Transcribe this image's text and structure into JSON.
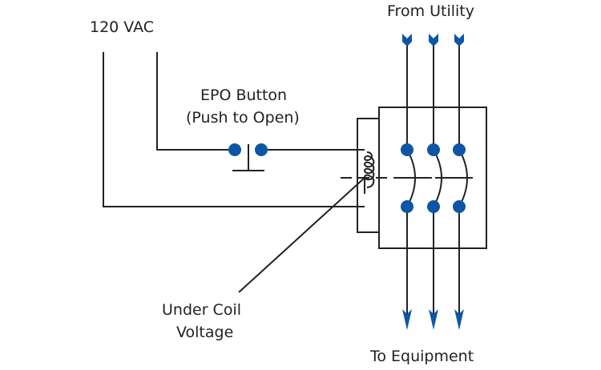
{
  "labels": {
    "supply": "120 VAC",
    "from": "From Utility",
    "epo_line1": "EPO Button",
    "epo_line2": "(Push to Open)",
    "coil_line1": "Under Coil",
    "coil_line2": "Voltage",
    "to": "To Equipment"
  },
  "colors": {
    "accent": "#0d56a6",
    "line": "#222222"
  }
}
